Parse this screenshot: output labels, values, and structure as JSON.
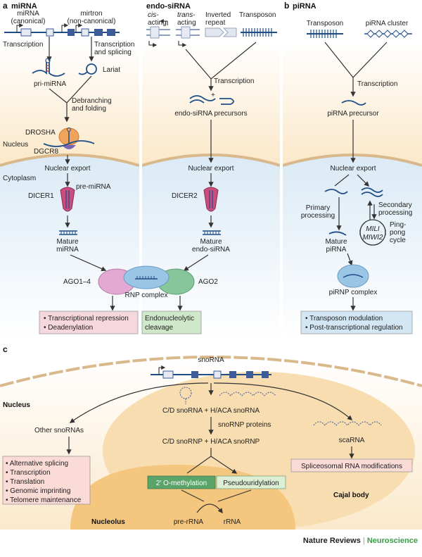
{
  "panels": {
    "a": {
      "letter": "a",
      "title": "miRNA"
    },
    "endo": {
      "title": "endo-siRNA"
    },
    "b": {
      "letter": "b",
      "title": "piRNA"
    },
    "c": {
      "letter": "c"
    }
  },
  "a_labels": {
    "mirna_canonical_1": "miRNA",
    "mirna_canonical_2": "(canonical)",
    "mirtron_1": "mirtron",
    "mirtron_2": "(non-canonical)",
    "transcription": "Transcription",
    "transcription_splicing_1": "Transcription",
    "transcription_splicing_2": "and splicing",
    "pri_mirna": "pri-miRNA",
    "lariat": "Lariat",
    "debranching_1": "Debranching",
    "debranching_2": "and folding",
    "drosha": "DROSHA",
    "nucleus": "Nucleus",
    "dgcr8": "DGCR8",
    "nuclear_export": "Nuclear export",
    "cytoplasm": "Cytoplasm",
    "dicer1": "DICER1",
    "pre_mirna": "pre-miRNA",
    "mature_1": "Mature",
    "mature_2": "miRNA",
    "ago": "AGO1–4",
    "outcome_1": "• Transcriptional repression",
    "outcome_2": "• Deadenylation"
  },
  "endo_labels": {
    "cis_1": "cis-",
    "cis_2": "acting",
    "trans_1": "trans-",
    "trans_2": "acting",
    "inverted_1": "Inverted",
    "inverted_2": "repeat",
    "transposon": "Transposon",
    "transcription": "Transcription",
    "plus": "+",
    "precursors": "endo-siRNA precursors",
    "nuclear_export": "Nuclear export",
    "dicer2": "DICER2",
    "mature_1": "Mature",
    "mature_2": "endo-siRNA",
    "ago2": "AGO2",
    "rnp": "RNP complex",
    "outcome_1": "Endonucleolytic",
    "outcome_2": "cleavage"
  },
  "b_labels": {
    "transposon": "Transposon",
    "cluster": "piRNA cluster",
    "transcription": "Transcription",
    "precursor": "piRNA precursor",
    "nuclear_export": "Nuclear export",
    "primary_1": "Primary",
    "primary_2": "processing",
    "secondary_1": "Secondary",
    "secondary_2": "processing",
    "mili": "MILI",
    "miwi2": "MIWI2",
    "pingpong_1": "Ping-",
    "pingpong_2": "pong",
    "pingpong_3": "cycle",
    "mature_1": "Mature",
    "mature_2": "piRNA",
    "pirnp": "piRNP complex",
    "outcome_1": "• Transposon modulation",
    "outcome_2": "• Post-transcriptional regulation"
  },
  "c_labels": {
    "snorna": "snoRNA",
    "nucleus": "Nucleus",
    "cd_haca": "C/D snoRNA + H/ACA snoRNA",
    "snornp_proteins": "snoRNP proteins",
    "cd_haca_rnp": "C/D snoRNP + H/ACA snoRNP",
    "other": "Other snoRNAs",
    "scarna": "scaRNA",
    "other_1": "• Alternative splicing",
    "other_2": "• Transcription",
    "other_3": "• Translation",
    "other_4": "• Genomic imprinting",
    "other_5": "• Telomere maintenance",
    "spliceosomal": "Spliceosomal RNA modifications",
    "methylation": "2′ O-methylation",
    "pseudo": "Pseudouridylation",
    "cajal": "Cajal body",
    "nucleolus": "Nucleolus",
    "pre_rrna": "pre-rRNA",
    "rrna": "rRNA"
  },
  "credit": {
    "journal": "Nature Reviews",
    "separator": "|",
    "section": "Neuroscience"
  },
  "colors": {
    "nucleus_bg": "#fdf0d8",
    "cytoplasm_bg": "#e0edf6",
    "membrane": "#d9b98c",
    "dna": "#1f4e89",
    "exon_dark": "#3d5a99",
    "arrow": "#333333",
    "red_rna": "#c0392b",
    "outcome_pink": "#f6d7dd",
    "outcome_green": "#cfe8c9",
    "outcome_blue": "#d3e6f4",
    "ago_pink": "#e4a9d3",
    "ago_green": "#86c69a",
    "rnp_blue": "#9bc5e5",
    "cajal": "#f8ddb0",
    "nucleolus": "#f5c77e",
    "methyl_green": "#5aa46a",
    "pseudo_green": "#dcefd5",
    "drosha": "#f0a35a",
    "dgcr8": "#7766b3",
    "dicer": "#c94d7d",
    "brand_green": "#3a9a4a"
  }
}
